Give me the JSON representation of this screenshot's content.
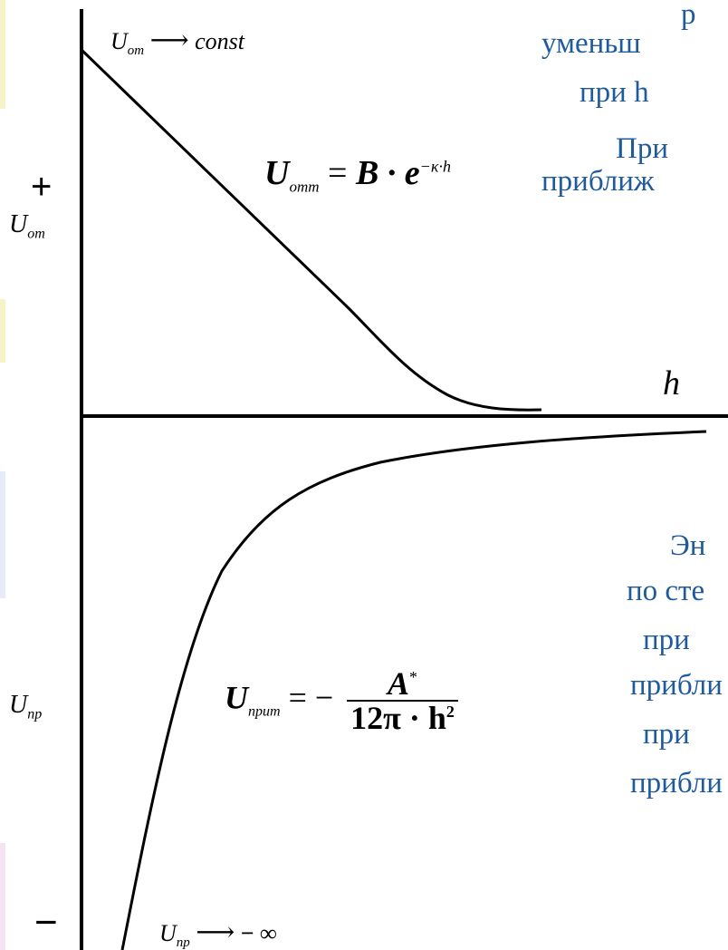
{
  "colors": {
    "text_blue": "#1f5a9c",
    "axis": "#000000",
    "edge_strip_top": "#f7f3c9",
    "edge_strip_mid": "#e6ebf7",
    "edge_strip_bottom": "#f3e3f3"
  },
  "axes": {
    "plus_sign": "+",
    "minus_sign": "−",
    "y_label_upper": "U",
    "y_label_upper_sub": "от",
    "y_label_lower": "U",
    "y_label_lower_sub": "пр",
    "x_label": "h"
  },
  "annotations": {
    "top_limit": {
      "symbol": "U",
      "sub": "от",
      "arrow": "⟶",
      "value": "const"
    },
    "bottom_limit": {
      "symbol": "U",
      "sub": "пр",
      "arrow": "⟶",
      "value": "− ∞"
    }
  },
  "formulas": {
    "repulsion": {
      "lhs": "U",
      "lhs_sub": "отт",
      "eq": "=",
      "rhs_base": "B · e",
      "rhs_sup": "−κ·h"
    },
    "attraction": {
      "lhs": "U",
      "lhs_sub": "прит",
      "eq": "= −",
      "numerator": "A",
      "numerator_sup": "*",
      "denominator": "12π · h",
      "denominator_sup": "2"
    }
  },
  "side_text": [
    "р",
    "уменьш",
    "при  h",
    "При",
    "приближ",
    "Эн",
    "по сте",
    "при",
    "прибли",
    "при",
    "прибли"
  ]
}
